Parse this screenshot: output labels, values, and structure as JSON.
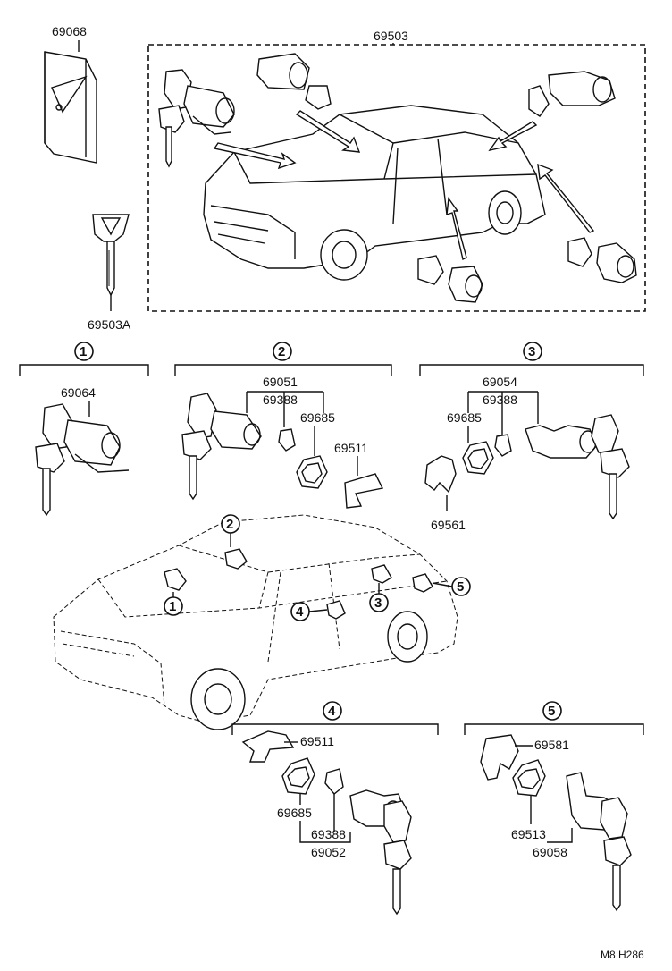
{
  "parts": {
    "p69068": "69068",
    "p69503": "69503",
    "p69503A": "69503A",
    "p69064": "69064",
    "p69051": "69051",
    "p69388_2": "69388",
    "p69685_2": "69685",
    "p69511_2": "69511",
    "p69054": "69054",
    "p69388_3": "69388",
    "p69685_3": "69685",
    "p69561": "69561",
    "p69511_4": "69511",
    "p69685_4": "69685",
    "p69388_4": "69388",
    "p69052": "69052",
    "p69581": "69581",
    "p69513": "69513",
    "p69058": "69058"
  },
  "groups": {
    "g1": "1",
    "g2": "2",
    "g3": "3",
    "g4": "4",
    "g5": "5"
  },
  "callouts": {
    "c1": "1",
    "c2": "2",
    "c3": "3",
    "c4": "4",
    "c5": "5"
  },
  "drawing_code": "M8 H286"
}
